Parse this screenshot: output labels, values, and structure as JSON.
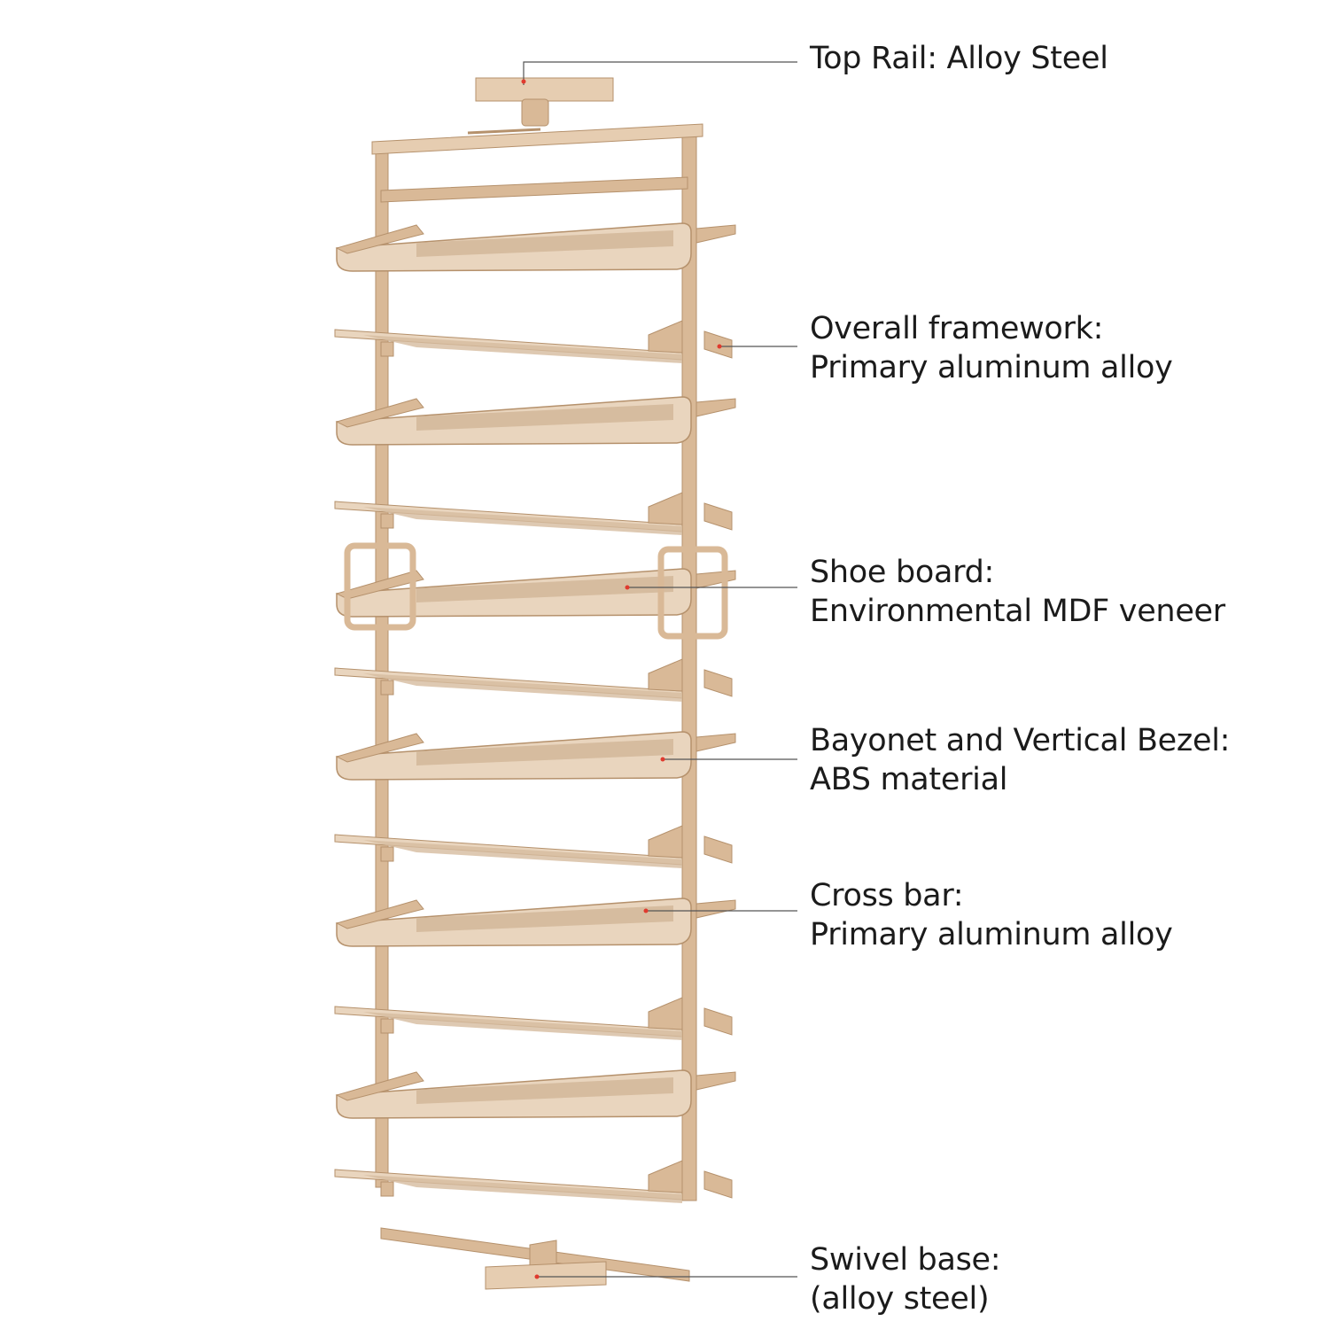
{
  "colors": {
    "frame": "#d9b997",
    "frame_light": "#e6cdb1",
    "frame_shadow": "#b5916c",
    "board_fill": "#d6bc9f",
    "board_rim": "#e9d5be",
    "leader_line": "#555555",
    "leader_dot": "#e03a2e",
    "text": "#1b1b1b"
  },
  "product": {
    "shelf_count": 12,
    "facing_shelves": 6,
    "edge_on_shelves": 6,
    "side_handles": 2
  },
  "callouts": [
    {
      "id": "top-rail",
      "lines": [
        "Top Rail: Alloy Steel"
      ]
    },
    {
      "id": "overall-framework",
      "lines": [
        "Overall framework:",
        "Primary aluminum alloy"
      ]
    },
    {
      "id": "shoe-board",
      "lines": [
        "Shoe board:",
        "Environmental MDF veneer"
      ]
    },
    {
      "id": "bayonet-bezel",
      "lines": [
        "Bayonet and Vertical Bezel:",
        "ABS material"
      ]
    },
    {
      "id": "cross-bar",
      "lines": [
        "Cross bar:",
        "Primary aluminum alloy"
      ]
    },
    {
      "id": "swivel-base",
      "lines": [
        "Swivel base:",
        "(alloy steel)"
      ]
    }
  ]
}
